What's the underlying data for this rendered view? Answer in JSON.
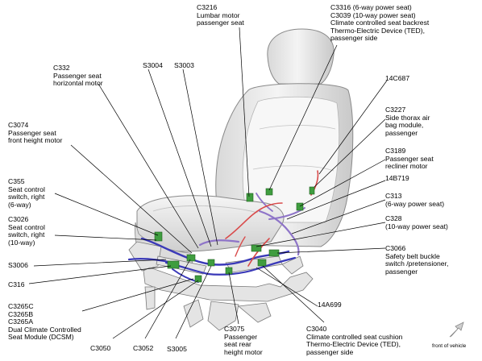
{
  "labels": {
    "c3216": "C3216\nLumbar motor\npassenger seat",
    "c3316": "C3316 (6-way power seat)\nC3039 (10-way power seat)\nClimate controlled seat backrest\nThermo-Electric Device (TED),\npassenger side",
    "c332": "C332\nPassenger seat\nhorizontal motor",
    "s3004": "S3004",
    "s3003": "S3003",
    "c14c687": "14C687",
    "c3074": "C3074\nPassenger seat\nfront height motor",
    "c3227": "C3227\nSide thorax air\nbag module,\npassenger",
    "c3189": "C3189\nPassenger seat\nrecliner motor",
    "c14b719": "14B719",
    "c355": "C355\nSeat control\nswitch, right\n(6-way)",
    "c313": "C313\n(6-way power seat)",
    "c3026": "C3026\nSeat control\nswitch, right\n(10-way)",
    "c328": "C328\n(10-way power seat)",
    "c3066": "C3066\nSafety belt buckle\nswitch /pretensioner,\npassenger",
    "s3006": "S3006",
    "c316": "C316",
    "c14a699": "14A699",
    "c3265": "C3265C\nC3265B\nC3265A\nDual Climate Controlled\nSeat Module (DCSM)",
    "c3075": "C3075\nPassenger\nseat rear\nheight motor",
    "c3040": "C3040\nClimate controlled seat cushion\nThermo-Electric Device (TED),\npassenger side",
    "c3050": "C3050",
    "c3052": "C3052",
    "s3005": "S3005",
    "front_of_vehicle": "front of vehicle"
  },
  "colors": {
    "wire_blue": "#3a39b8",
    "wire_purple": "#8e74c8",
    "wire_red": "#d94a4a",
    "connector_green": "#3f9d3f",
    "seat_fill": "#eeeeee",
    "seat_stroke": "#8a8a8a",
    "leader": "#000000"
  },
  "icons": {
    "arrow": "front-of-vehicle-arrow-icon"
  }
}
